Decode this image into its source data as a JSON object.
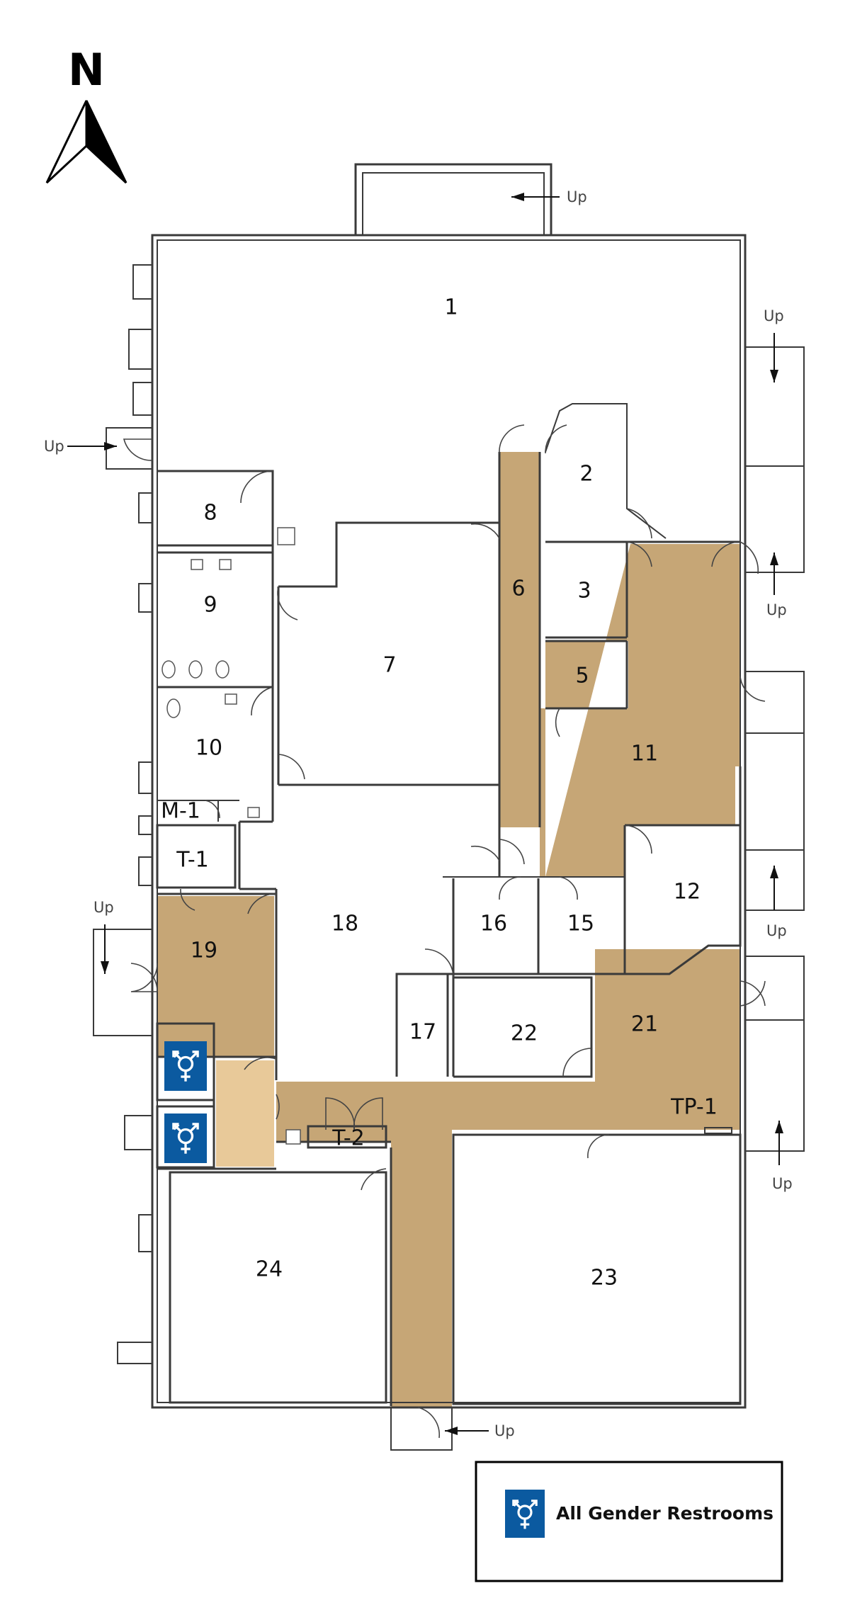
{
  "compass": {
    "label": "N"
  },
  "rooms": {
    "r1": "1",
    "r2": "2",
    "r3": "3",
    "r5": "5",
    "r6": "6",
    "r7": "7",
    "r8": "8",
    "r9": "9",
    "r10": "10",
    "r11": "11",
    "r12": "12",
    "r15": "15",
    "r16": "16",
    "r17": "17",
    "r18": "18",
    "r19": "19",
    "r21": "21",
    "r22": "22",
    "r23": "23",
    "r24": "24",
    "m1": "M-1",
    "t1": "T-1",
    "t2": "T-2",
    "tp1": "TP-1"
  },
  "stairs": {
    "label": "Up"
  },
  "legend": {
    "all_gender": "All Gender Restrooms"
  },
  "colors": {
    "corridor": "#c6a676",
    "restroom_vestibule": "#e8c999",
    "restroom_sign": "#0b5aa0",
    "wall": "#3a3a3a"
  }
}
